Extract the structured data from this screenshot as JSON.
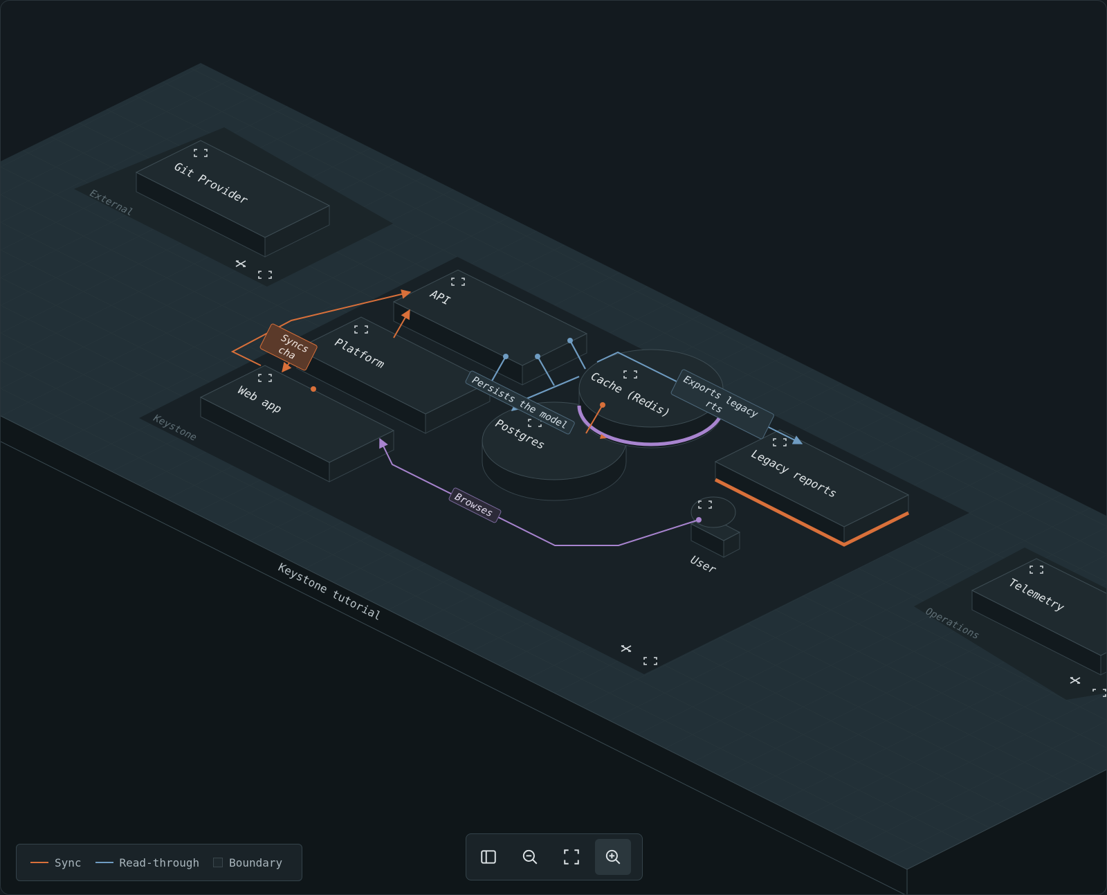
{
  "diagram": {
    "canvas_label": "Keystone tutorial",
    "groups": {
      "external": "External",
      "keystone": "Keystone",
      "operations": "Operations"
    },
    "nodes": {
      "git_provider": "Git Provider",
      "api": "API",
      "platform": "Platform",
      "web_app": "Web app",
      "cache": "Cache (Redis)",
      "postgres": "Postgres",
      "legacy_reports": "Legacy reports",
      "user": "User",
      "telemetry": "Telemetry"
    },
    "edge_labels": {
      "syncs": "Syncs",
      "syncs_line2": "cha",
      "persists": "Persists the model",
      "exports": "Exports legacy",
      "exports_line2": "rts",
      "browses": "Browses"
    }
  },
  "legend": {
    "sync": "Sync",
    "read_through": "Read-through",
    "boundary": "Boundary",
    "colors": {
      "sync": "#d9703a",
      "read_through": "#6f9cc2",
      "boundary": "#2a3439",
      "browse": "#a884cf",
      "highlight": "#a884cf"
    }
  },
  "toolbar": {
    "icons": [
      "sidebar-icon",
      "zoom-out-icon",
      "fit-view-icon",
      "zoom-in-icon"
    ]
  }
}
